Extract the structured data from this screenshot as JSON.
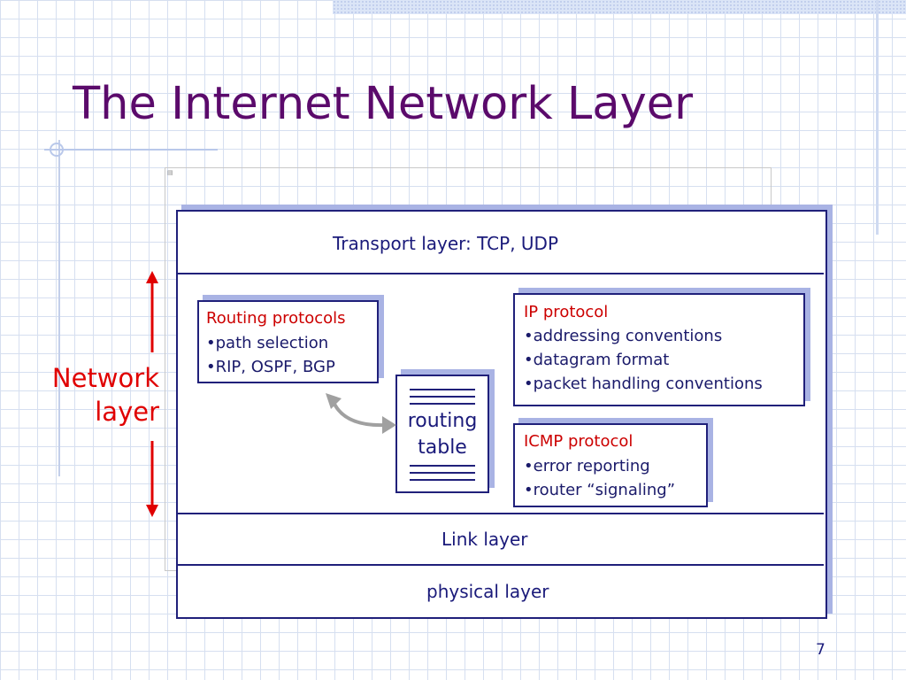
{
  "slide": {
    "title": "The Internet Network Layer",
    "page_number": "7"
  },
  "diagram": {
    "transport_layer": "Transport layer: TCP, UDP",
    "link_layer": "Link layer",
    "physical_layer": "physical layer",
    "network_layer_label": [
      "Network",
      "layer"
    ],
    "routing_protocols": {
      "title": "Routing protocols",
      "items": [
        "•path selection",
        "•RIP, OSPF, BGP"
      ]
    },
    "ip_protocol": {
      "title": "IP protocol",
      "items": [
        "•addressing conventions",
        "•datagram format",
        "•packet handling conventions"
      ]
    },
    "icmp_protocol": {
      "title": "ICMP protocol",
      "items": [
        "•error reporting",
        "•router “signaling”"
      ]
    },
    "routing_table": [
      "routing",
      "table"
    ]
  },
  "colors": {
    "title": "#5b0a6b",
    "box_border": "#20207a",
    "box_shadow": "#a9b3e4",
    "protocol_title": "#cc0000",
    "network_label": "#e00000",
    "grid": "#d6dff0"
  }
}
